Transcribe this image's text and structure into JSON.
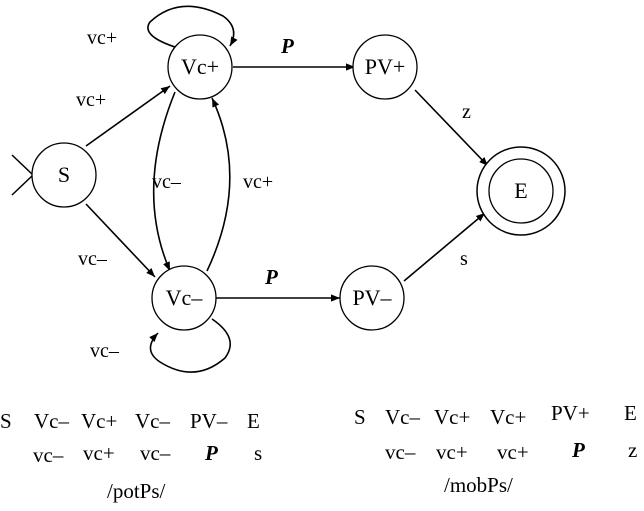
{
  "diagram": {
    "nodes": {
      "s": "S",
      "vc_plus": "Vc+",
      "vc_minus": "Vc–",
      "pv_plus": "PV+",
      "pv_minus": "PV–",
      "e": "E"
    },
    "edges": {
      "loop_vc_plus": "vc+",
      "s_to_vc_plus": "vc+",
      "s_to_vc_minus": "vc–",
      "vc_plus_to_vc_minus": "vc–",
      "vc_minus_to_vc_plus": "vc+",
      "loop_vc_minus": "vc–",
      "vc_plus_to_pv_plus": "P",
      "vc_minus_to_pv_minus": "P",
      "pv_plus_to_e": "z",
      "pv_minus_to_e": "s"
    }
  },
  "sequences": {
    "left": {
      "states": [
        "S",
        "Vc–",
        "Vc+",
        "Vc–",
        "PV–",
        "E"
      ],
      "inputs": [
        "vc–",
        "vc+",
        "vc–",
        "P",
        "s"
      ],
      "caption": "/potPs/"
    },
    "right": {
      "states": [
        "S",
        "Vc–",
        "Vc+",
        "Vc+",
        "PV+",
        "E"
      ],
      "inputs": [
        "vc–",
        "vc+",
        "vc+",
        "P",
        "z"
      ],
      "caption": "/mobPs/"
    }
  }
}
